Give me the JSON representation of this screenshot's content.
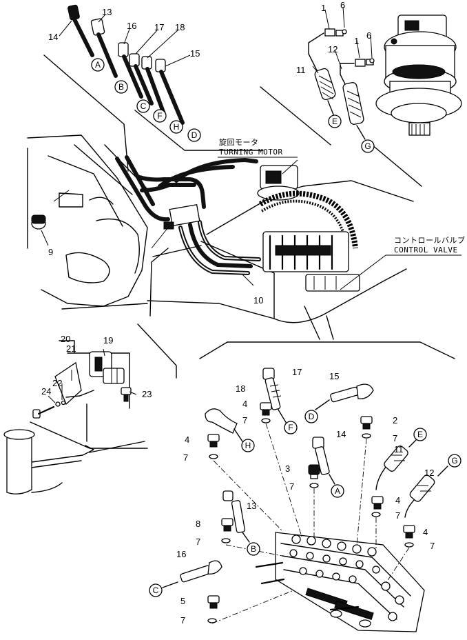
{
  "title_labels": {
    "turning_motor_jp": "旋回モータ",
    "turning_motor_en": "TURNING MOTOR",
    "control_valve_jp": "コントロールバルブ",
    "control_valve_en": "CONTROL VALVE"
  },
  "part_numbers": [
    "1",
    "2",
    "3",
    "4",
    "5",
    "6",
    "7",
    "8",
    "9",
    "10",
    "11",
    "12",
    "13",
    "14",
    "15",
    "16",
    "17",
    "18",
    "19",
    "20",
    "21",
    "22",
    "23",
    "24"
  ],
  "connection_letters": [
    "A",
    "B",
    "C",
    "D",
    "E",
    "F",
    "G",
    "H"
  ]
}
